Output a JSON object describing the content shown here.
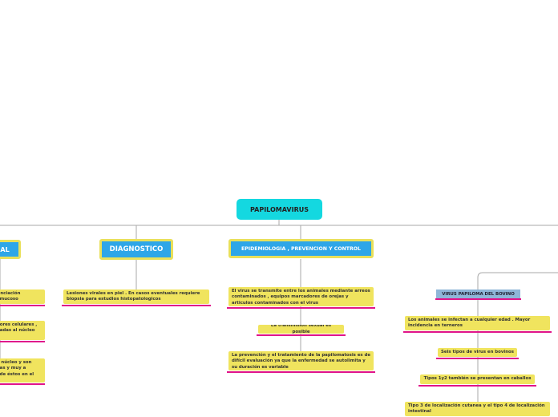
{
  "root": {
    "label": "PAPILOMAVIRUS"
  },
  "branches": {
    "general": {
      "label": "RAL"
    },
    "diagnostico": {
      "label": "DIAGNOSTICO"
    },
    "epidemiologia": {
      "label": "EPIDEMIOLOGIA , PREVENCION Y CONTROL"
    }
  },
  "general_items": [
    "renciación\n o mucoso",
    "ctores celulares ,\n stadas al núcleo",
    "el núcleo y son\n ulas y muy a\n o de éstos en el"
  ],
  "diagnostico_items": [
    "Lesiones virales en piel . En casos eventuales requiere biopsia para estudios histopatologicos"
  ],
  "epidemiologia_items": [
    "El virus se transmite entre los animales mediante arreos contaminados , equipos marcadores de orejas y articulos contaminados con el virus",
    "La transmisión sexual es posible",
    "La prevención y el tratamiento de la papilomatosis es de difícil evaluación ya que la enfermedad se autolimita y su duración es variable"
  ],
  "bovino": {
    "label": "VIRUS PAPILOMA DEL BOVINO",
    "items": [
      "Los animales se infectan a cualquier edad . Mayor incidencia en terneros",
      "Seis tipos de virus en bovinos",
      "Tipos 1y2 también se presentan en caballos",
      "Tipo 3 de localización cutanea y el tipo 4 de localización intestinal"
    ]
  },
  "colors": {
    "root_fill": "#14d8e0",
    "branch_fill": "#2ea6e8",
    "branch_border": "#e9e05a",
    "leaf_fill": "#f0e45e",
    "underline": "#e0148a",
    "sub_fill": "#8fb6d8"
  }
}
